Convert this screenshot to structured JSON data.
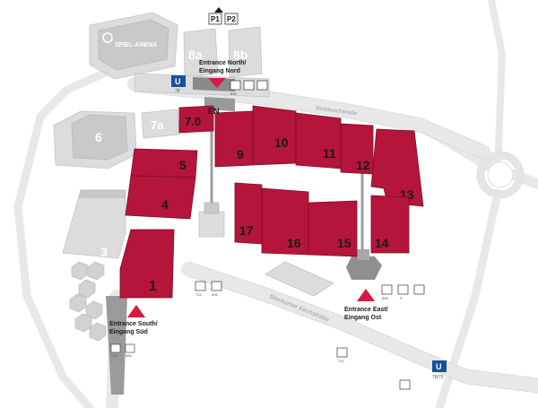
{
  "halls": {
    "h1": "1",
    "h4": "4",
    "h5": "5",
    "h7_0": "7.0",
    "h9": "9",
    "h10": "10",
    "h11": "11",
    "h12": "12",
    "h13": "13",
    "h14": "14",
    "h15": "15",
    "h16": "16",
    "h17": "17"
  },
  "grey_halls": {
    "g3": "3",
    "g6": "6",
    "g7a": "7a",
    "g8a": "8a",
    "g8b": "8b"
  },
  "arena": {
    "line1": "SPIEL-ARENA"
  },
  "entrances": {
    "north": {
      "line1": "Entrance North/",
      "line2": "Eingang Nord"
    },
    "east": {
      "line1": "Entrance East/",
      "line2": "Eingang Ost"
    },
    "south": {
      "line1": "Entrance South/",
      "line2": "Eingang Süd"
    },
    "en": "EN"
  },
  "streets": {
    "beckbusch": "Beckbuschstraße",
    "stockumer": "Stockumer Kirchstraße"
  },
  "parking": {
    "p1": "P1",
    "p2": "P2"
  },
  "transit": {
    "ubahn_north": "78",
    "ubahn_south": "78/79",
    "bus_north": "896",
    "bus_west_a": "722",
    "bus_west_b": "896",
    "bus_east_a": "896",
    "bus_east_b": "P",
    "bus_south": "722",
    "bus_sw_a": "722",
    "bus_sw_b": "896"
  },
  "colors": {
    "hall": "#b5153a",
    "grey": "#d8d8d8",
    "road": "#ececec",
    "accent": "#d01c44"
  }
}
